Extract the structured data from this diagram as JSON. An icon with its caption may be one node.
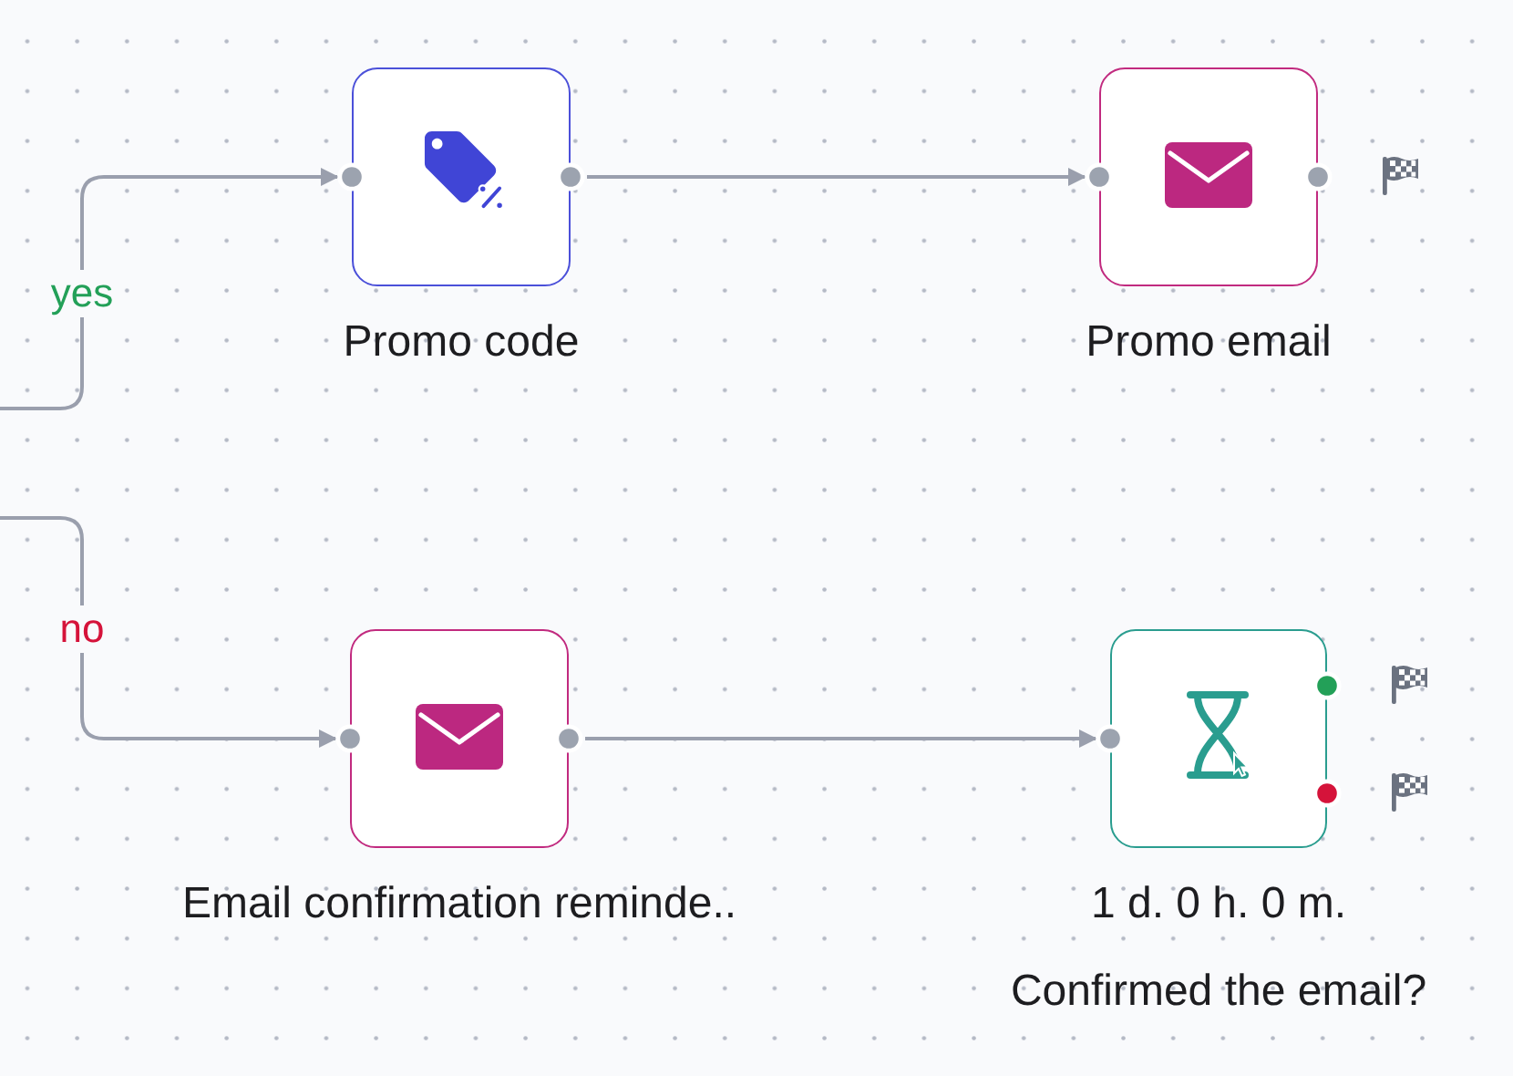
{
  "diagram": {
    "nodes": [
      {
        "text": [
          "Promo code"
        ]
      },
      {
        "text": [
          "Promo email"
        ]
      },
      {
        "text": [
          "Email confirmation reminde.."
        ]
      },
      {
        "text": [
          "1 d. 0 h. 0 m.",
          "Confirmed the email?"
        ]
      }
    ],
    "edges": [
      {
        "from": null,
        "to": 0,
        "arrow": "to",
        "label": "yes"
      },
      {
        "from": 0,
        "to": 1,
        "arrow": "to"
      },
      {
        "from": null,
        "to": 2,
        "arrow": "to",
        "label": "no"
      },
      {
        "from": 2,
        "to": 3,
        "arrow": "to"
      }
    ]
  }
}
